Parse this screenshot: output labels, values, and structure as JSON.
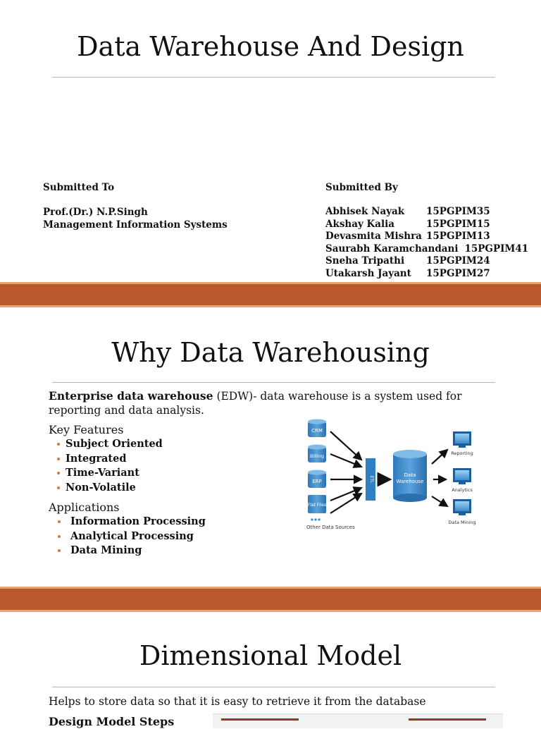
{
  "slide1": {
    "title": "Data Warehouse And Design",
    "submitted_to_label": "Submitted To",
    "professor": "Prof.(Dr.) N.P.Singh",
    "course": "Management Information Systems",
    "submitted_by_label": "Submitted By",
    "members": [
      {
        "name": "Abhisek Nayak",
        "id": "15PGPIM35"
      },
      {
        "name": "Akshay Kalia",
        "id": "15PGPIM15"
      },
      {
        "name": "Devasmita Mishra",
        "id": "15PGPIM13"
      },
      {
        "name": "Saurabh Karamchandani",
        "id": "15PGPIM41"
      },
      {
        "name": "Sneha Tripathi",
        "id": "15PGPIM24"
      },
      {
        "name": "Utakarsh Jayant",
        "id": "15PGPIM27"
      }
    ]
  },
  "slide2": {
    "title": "Why Data Warehousing",
    "intro_bold": "Enterprise data warehouse",
    "intro_abbr": " (EDW)",
    "intro_rest": "- data warehouse is a system used for reporting and data analysis.",
    "features_heading": "Key Features",
    "features": [
      "Subject Oriented",
      "Integrated",
      "Time-Variant",
      "Non-Volatile"
    ],
    "applications_heading": "Applications",
    "applications": [
      "Information Processing",
      "Analytical Processing",
      "Data Mining"
    ],
    "diagram": {
      "sources": [
        "CRM",
        "Billing",
        "ERP",
        "Flat Files"
      ],
      "other_sources": "Other Data Sources",
      "etl": "ETL",
      "warehouse_line1": "Data",
      "warehouse_line2": "Warehouse",
      "outputs": [
        "Reporting",
        "Analytics",
        "Data Mining"
      ]
    }
  },
  "slide3": {
    "title": "Dimensional Model",
    "intro": "Helps to store data so that it is easy to retrieve it from the database",
    "subheading": "Design Model Steps"
  },
  "colors": {
    "band": "#bb5a2c",
    "band_edge": "#e9a36c",
    "bullet": "#d07a3a",
    "diagram_blue": "#3b86c6"
  }
}
